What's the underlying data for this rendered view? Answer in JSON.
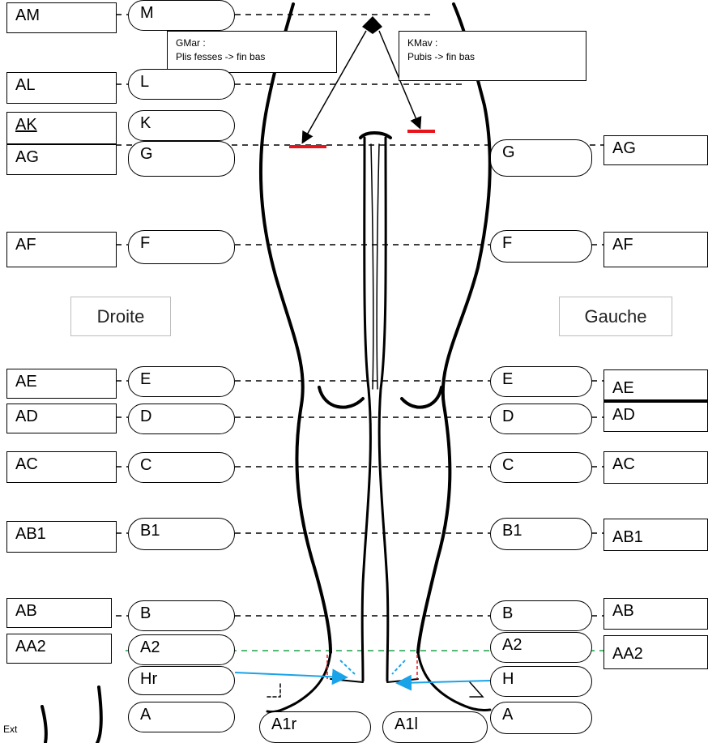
{
  "left_boxes": {
    "am": "AM",
    "al": "AL",
    "ak": "AK",
    "ag": "AG",
    "af": "AF",
    "ae": "AE",
    "ad": "AD",
    "ac": "AC",
    "ab1": "AB1",
    "ab": "AB",
    "aa2": "AA2"
  },
  "left_pills": {
    "m": "M",
    "l": "L",
    "k": "K",
    "g": "G",
    "f": "F",
    "e": "E",
    "d": "D",
    "c": "C",
    "b1": "B1",
    "b": "B",
    "a2": "A2",
    "hr": "Hr",
    "a": "A"
  },
  "right_pills": {
    "g": "G",
    "f": "F",
    "e": "E",
    "d": "D",
    "c": "C",
    "b1": "B1",
    "b": "B",
    "a2": "A2",
    "h": "H",
    "a": "A"
  },
  "right_boxes": {
    "ag": "AG",
    "af": "AF",
    "ae": "AE",
    "ad": "AD",
    "ac": "AC",
    "ab1": "AB1",
    "ab": "AB",
    "aa2": "AA2"
  },
  "bottom_pills": {
    "a1r": "A1r",
    "a1l": "A1l"
  },
  "side_labels": {
    "right_side": "Droite",
    "left_side": "Gauche"
  },
  "notes": {
    "gmar_title": "GMar :",
    "gmar_text": "Plis fesses -> fin bas",
    "kmav_title": "KMav :",
    "kmav_text": "Pubis -> fin bas"
  },
  "ext_label": "Ext",
  "colors": {
    "outline": "#000000",
    "marker_red": "#e8141b",
    "arrow_blue": "#1aa3e8",
    "line_green": "#1ea24a",
    "label_border_gray": "#bdbdbd"
  }
}
